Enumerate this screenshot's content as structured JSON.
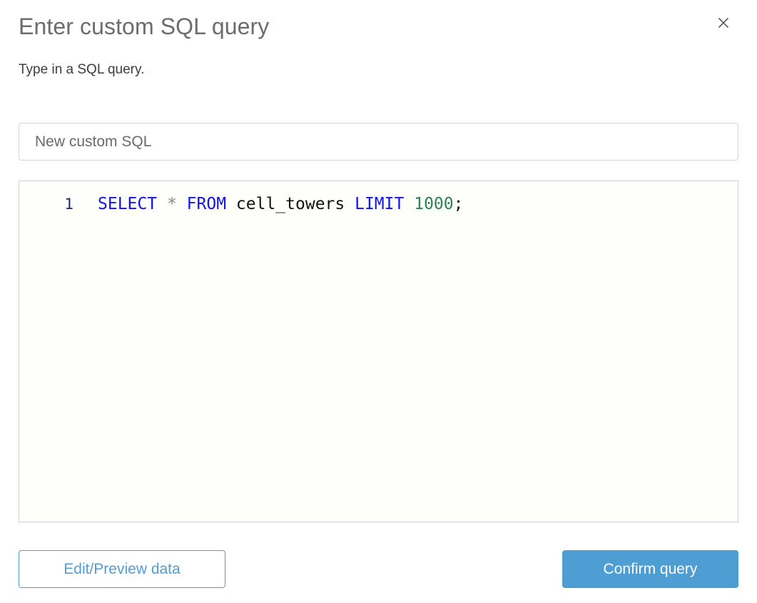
{
  "dialog": {
    "title": "Enter custom SQL query",
    "subtitle": "Type in a SQL query.",
    "close_icon": "close-icon"
  },
  "name_field": {
    "value": "",
    "placeholder": "New custom SQL"
  },
  "editor": {
    "line_number": "1",
    "full_text": "SELECT * FROM cell_towers LIMIT 1000;",
    "tokens": {
      "select": "SELECT",
      "space1": " ",
      "star": "*",
      "space2": " ",
      "from": "FROM",
      "space3": " ",
      "table": "cell_towers",
      "space4": " ",
      "limit": "LIMIT",
      "space5": " ",
      "number": "1000",
      "semicolon": ";"
    },
    "colors": {
      "keyword": "#0e16e8",
      "star": "#8a8a8a",
      "identifier": "#111111",
      "number": "#2b8255",
      "gutter": "#1b2a6b",
      "background": "#fefefb"
    }
  },
  "footer": {
    "secondary_label": "Edit/Preview data",
    "primary_label": "Confirm query",
    "accent_color": "#4e9ed4"
  }
}
